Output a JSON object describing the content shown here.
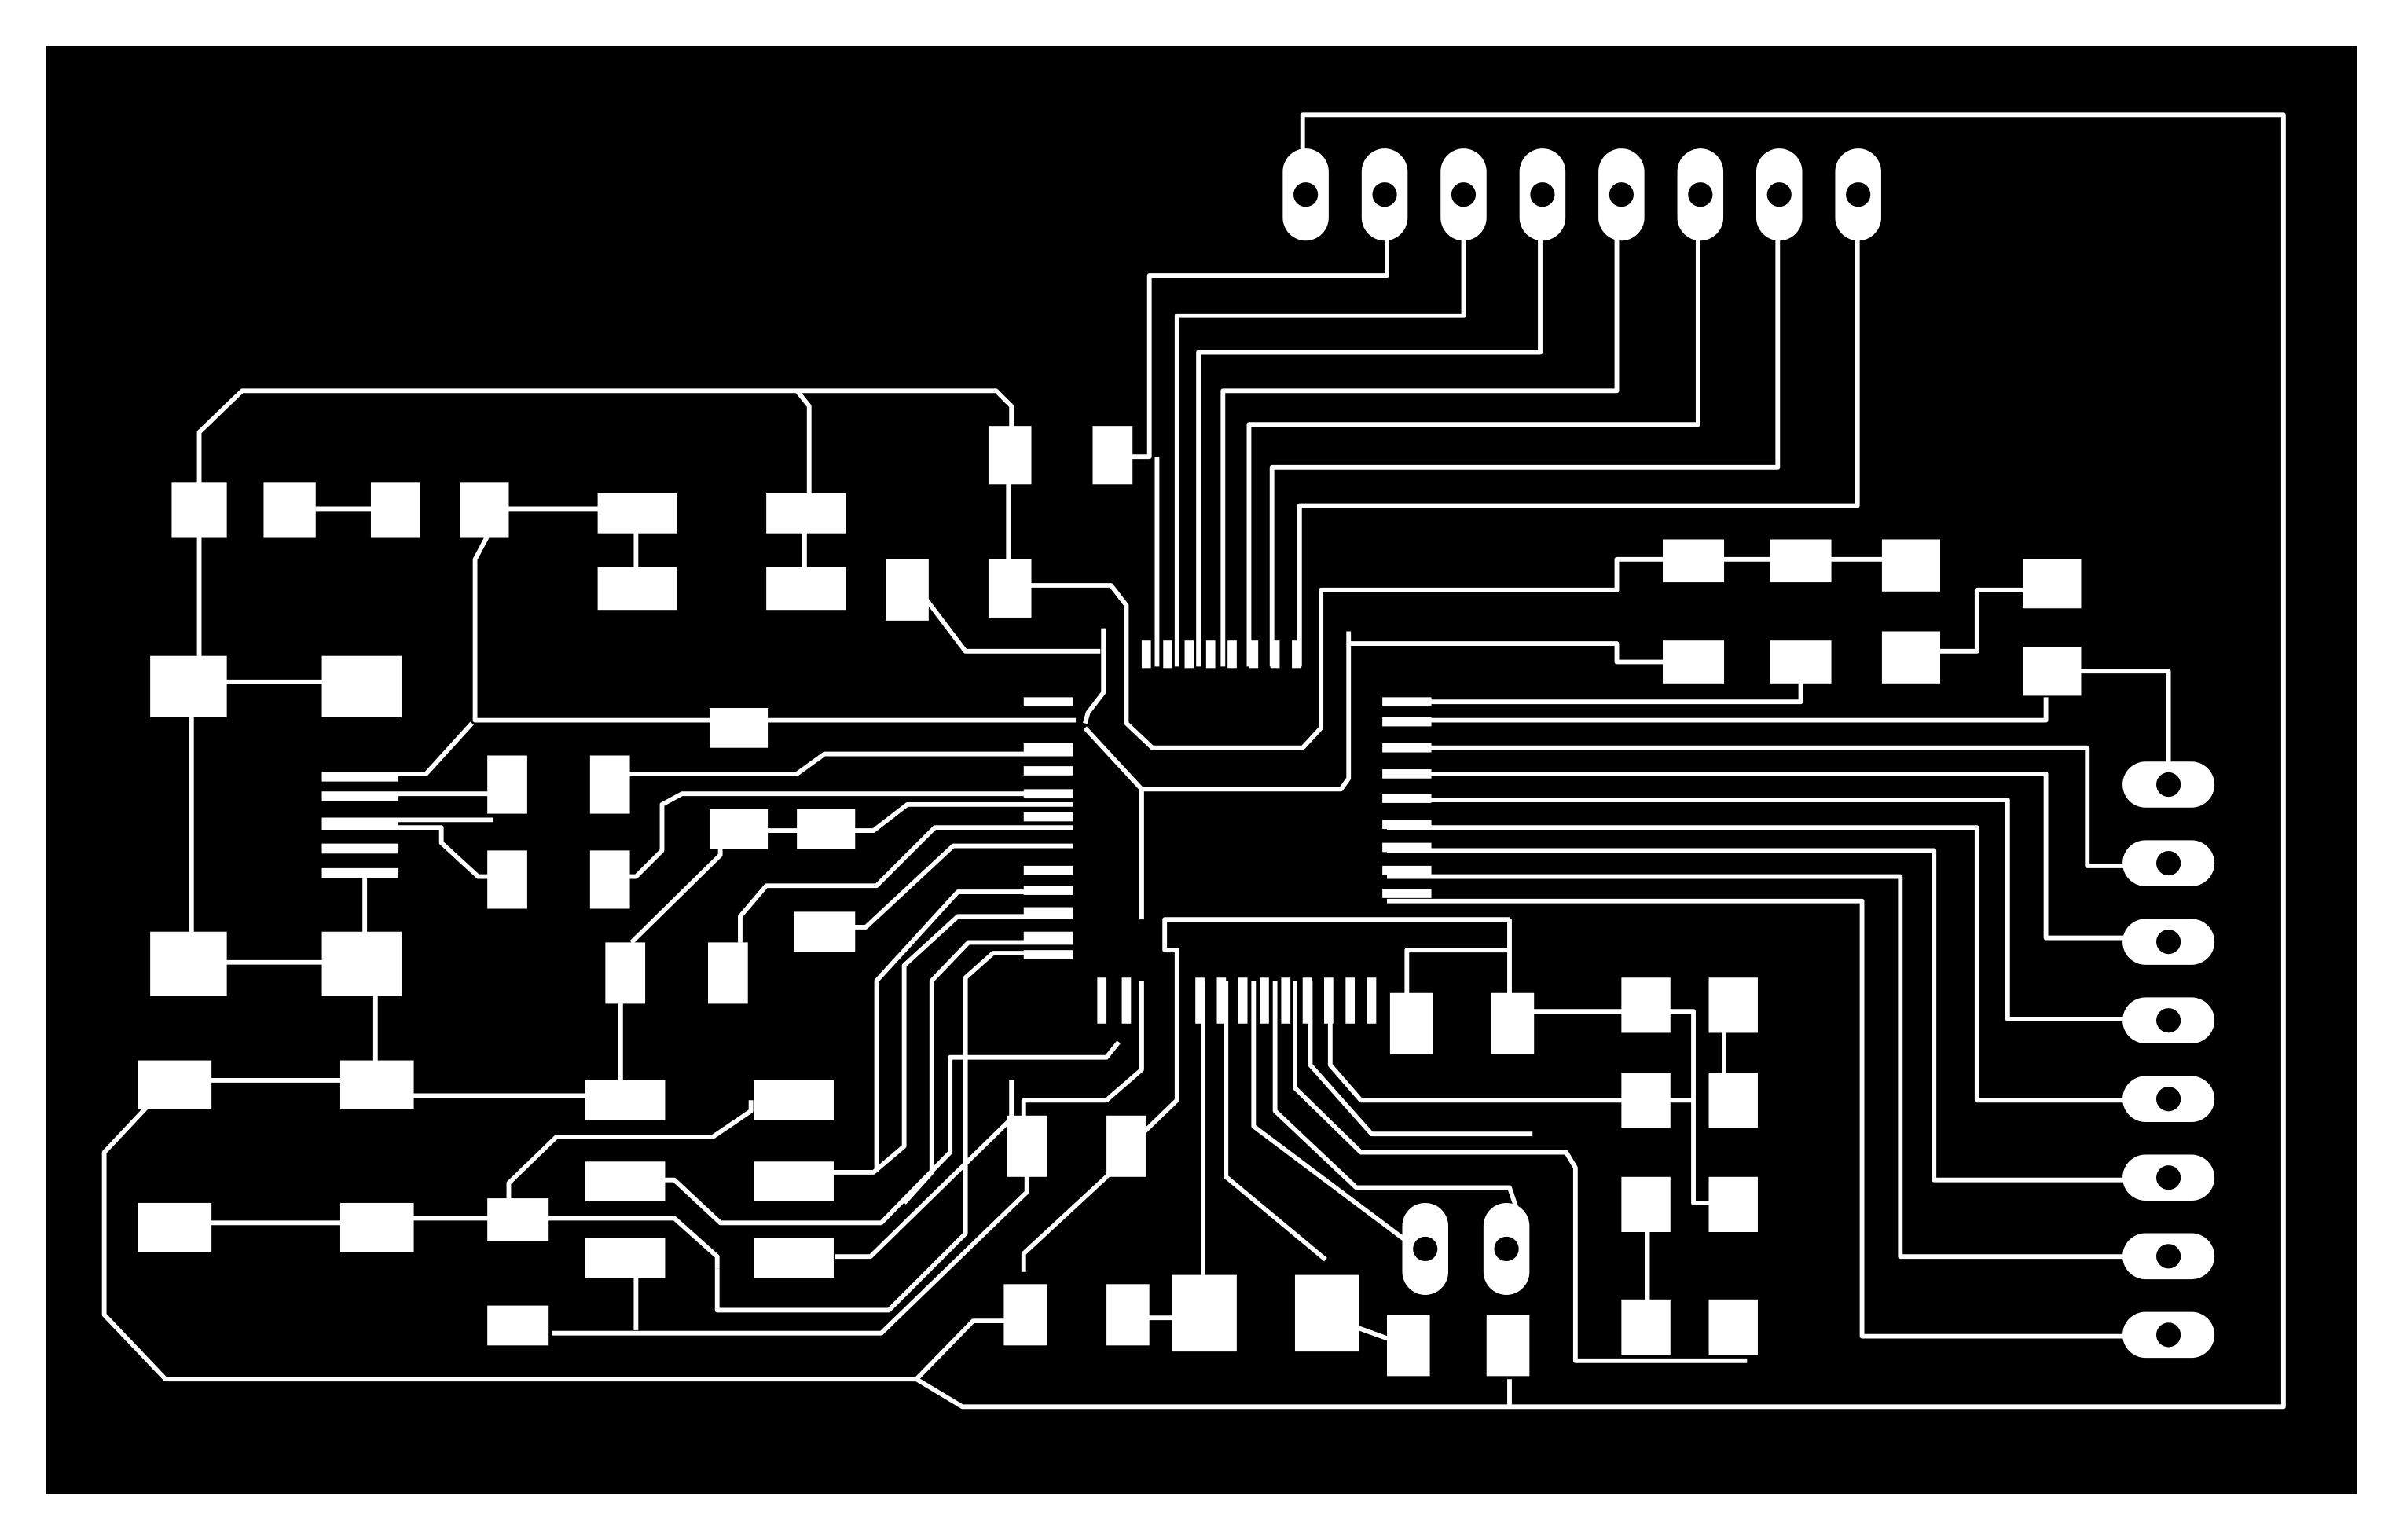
{
  "figure": {
    "kind": "pcb-copper-layout",
    "colors": {
      "background": "#ffffff",
      "board": "#000000",
      "copper": "#ffffff"
    },
    "header_pin_rows": [
      {
        "name": "top-header",
        "pin_count": 8
      },
      {
        "name": "right-header",
        "pin_count": 8
      }
    ],
    "loose_pin_pairs": 1
  }
}
